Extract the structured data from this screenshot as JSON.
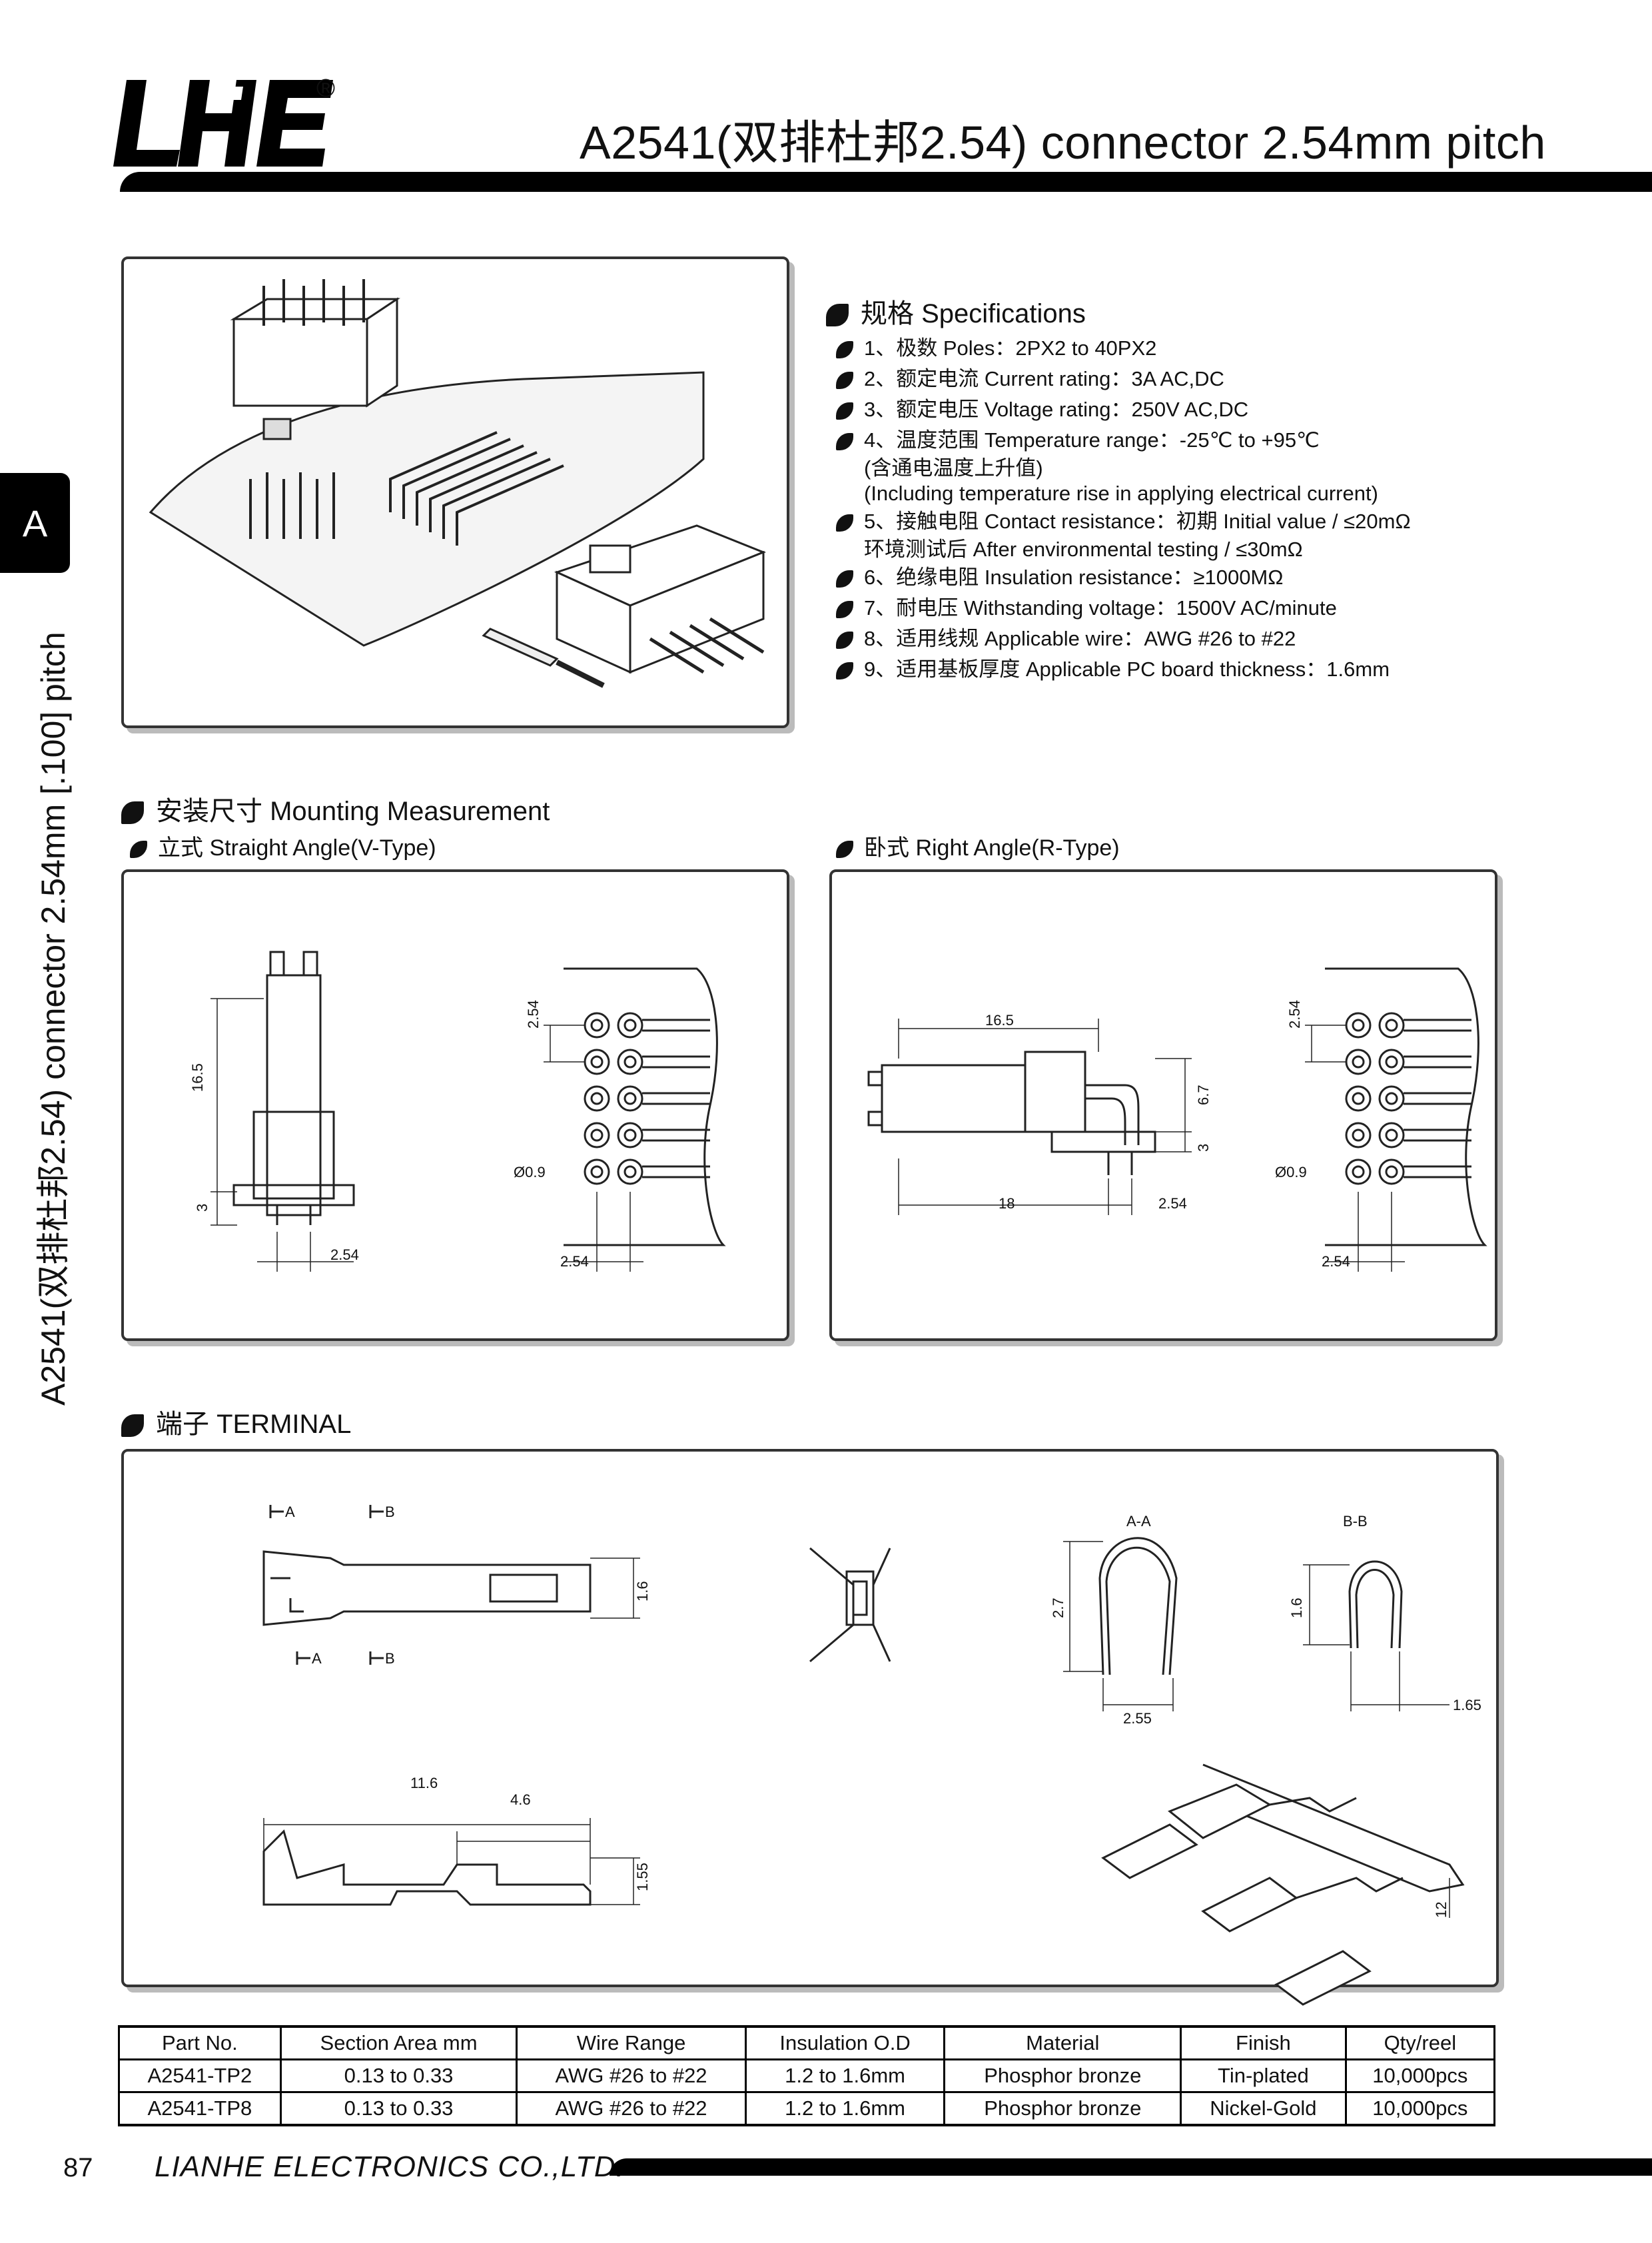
{
  "header": {
    "logo_text": "LHE",
    "registered_mark": "®",
    "title": "A2541(双排杜邦2.54) connector 2.54mm pitch"
  },
  "side": {
    "tab_letter": "A",
    "vertical_text": "A2541(双排杜邦2.54) connector 2.54mm [.100] pitch"
  },
  "specs": {
    "heading": "规格 Specifications",
    "items": [
      {
        "text": "1、极数 Poles：2PX2 to 40PX2"
      },
      {
        "text": "2、额定电流 Current rating：3A  AC,DC"
      },
      {
        "text": "3、额定电压 Voltage rating：250V  AC,DC"
      },
      {
        "text": "4、温度范围 Temperature range：-25℃ to +95℃",
        "extra": [
          "(含通电温度上升值)",
          "(Including temperature rise in applying electrical current)"
        ]
      },
      {
        "text": "5、接触电阻 Contact resistance：初期 Initial value / ≤20mΩ",
        "extra": [
          "环境测试后 After environmental testing / ≤30mΩ"
        ]
      },
      {
        "text": "6、绝缘电阻 Insulation resistance：≥1000MΩ"
      },
      {
        "text": "7、耐电压 Withstanding voltage：1500V  AC/minute"
      },
      {
        "text": "8、适用线规 Applicable wire：AWG #26 to #22"
      },
      {
        "text": "9、适用基板厚度 Applicable PC board thickness：1.6mm"
      }
    ]
  },
  "mounting": {
    "heading": "安装尺寸 Mounting Measurement",
    "straight": "立式 Straight Angle(V-Type)",
    "right": "卧式 Right Angle(R-Type)",
    "v_dims": {
      "height": "16.5",
      "base": "3",
      "pitch_bottom": "2.54",
      "pitch_top": "2.54",
      "hole": "Ø0.9",
      "pitch_pcb": "2.54"
    },
    "r_dims": {
      "length": "16.5",
      "height": "6.7",
      "base": "3",
      "len2": "18",
      "pitch": "2.54",
      "pitch_top": "2.54",
      "hole": "Ø0.9",
      "pitch_pcb": "2.54"
    }
  },
  "terminal": {
    "heading": "端子 TERMINAL",
    "labels": {
      "a": "A",
      "b": "B",
      "aa": "A-A",
      "bb": "B-B"
    },
    "dims": {
      "d16": "1.6",
      "d27": "2.7",
      "d255": "2.55",
      "d16b": "1.6",
      "d165": "1.65",
      "d116": "11.6",
      "d46": "4.6",
      "d155": "1.55",
      "d12": "12"
    }
  },
  "table": {
    "headers": [
      "Part No.",
      "Section Area mm",
      "Wire Range",
      "Insulation O.D",
      "Material",
      "Finish",
      "Qty/reel"
    ],
    "rows": [
      [
        "A2541-TP2",
        "0.13 to 0.33",
        "AWG #26 to #22",
        "1.2 to 1.6mm",
        "Phosphor bronze",
        "Tin-plated",
        "10,000pcs"
      ],
      [
        "A2541-TP8",
        "0.13 to 0.33",
        "AWG #26 to #22",
        "1.2 to 1.6mm",
        "Phosphor bronze",
        "Nickel-Gold",
        "10,000pcs"
      ]
    ]
  },
  "footer": {
    "page_number": "87",
    "company": "LIANHE ELECTRONICS CO.,LTD."
  }
}
